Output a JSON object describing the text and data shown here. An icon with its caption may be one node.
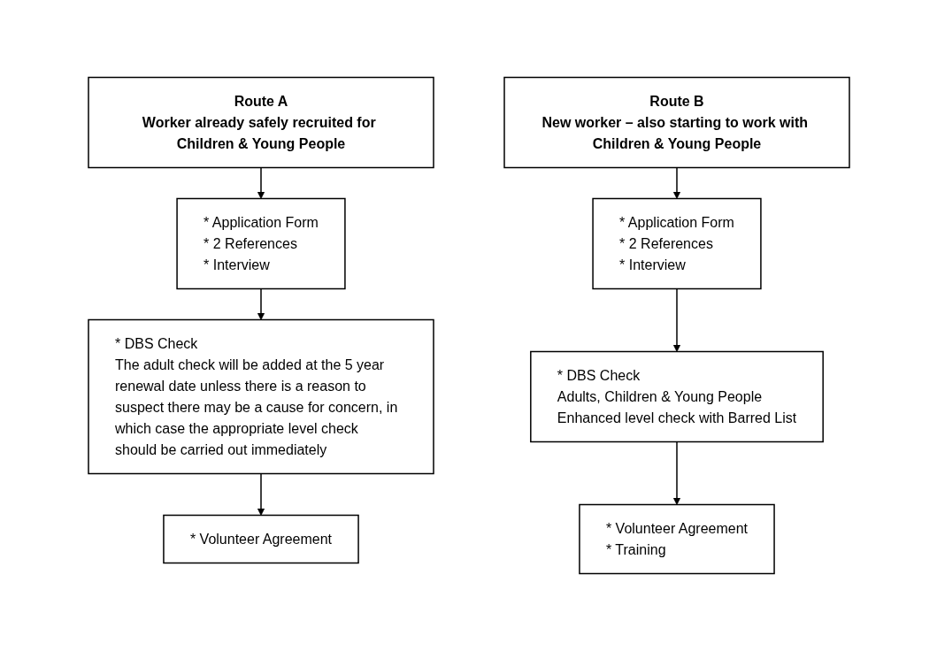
{
  "diagram": {
    "nodes": [
      {
        "text": [
          "Route A",
          "Worker already safely recruited for Children & Young People"
        ]
      },
      {
        "text": [
          "* Application Form",
          "* 2 References",
          "* Interview"
        ]
      },
      {
        "text": [
          "* DBS Check",
          "The adult check will be added at the 5 year renewal date unless there is a reason to suspect there may be a cause for concern, in which case the appropriate level check should be carried out immediately"
        ]
      },
      {
        "text": [
          "* Volunteer Agreement"
        ]
      },
      {
        "text": [
          "Route B",
          "New worker – also starting to work with Children & Young People"
        ]
      },
      {
        "text": [
          "* Application Form",
          "* 2 References",
          "* Interview"
        ]
      },
      {
        "text": [
          "* DBS Check",
          "Adults, Children & Young People",
          "Enhanced level check with Barred List"
        ]
      },
      {
        "text": [
          "* Volunteer Agreement",
          "* Training"
        ]
      }
    ],
    "edges": [
      {
        "from": 0,
        "to": 1,
        "arrow": "to"
      },
      {
        "from": 1,
        "to": 2,
        "arrow": "to"
      },
      {
        "from": 2,
        "to": 3,
        "arrow": "to"
      },
      {
        "from": 4,
        "to": 5,
        "arrow": "to"
      },
      {
        "from": 5,
        "to": 6,
        "arrow": "to"
      },
      {
        "from": 6,
        "to": 7,
        "arrow": "to"
      }
    ]
  }
}
